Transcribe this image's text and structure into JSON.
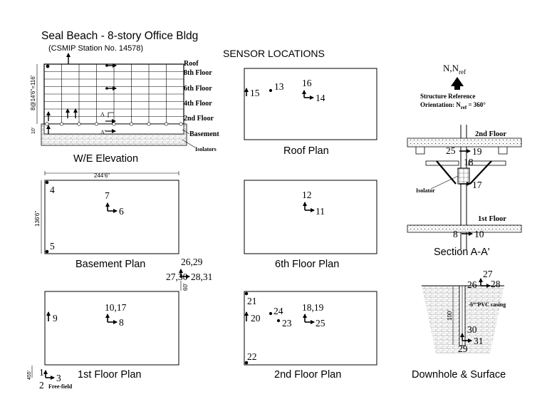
{
  "header": {
    "title": "Seal Beach - 8-story Office Bldg",
    "station": "(CSMIP Station No. 14578)",
    "sensor_locations": "SENSOR LOCATIONS"
  },
  "elevation": {
    "caption": "W/E Elevation",
    "floors": [
      "Roof",
      "8th Floor",
      "6th Floor",
      "4th Floor",
      "2nd Floor",
      "Basement"
    ],
    "isolators": "Isolators",
    "height_dim": "8@14'6\"=116'",
    "base_dim": "10'",
    "section_mark": "A"
  },
  "north": {
    "label": "N,N",
    "label_sub": "ref",
    "orient_1": "Structure Reference",
    "orient_2": "Orientation: N",
    "orient_sub": "ref",
    "orient_3": " = 360°"
  },
  "plans": {
    "roof": {
      "caption": "Roof Plan",
      "s13": "13",
      "s15": "15",
      "s16": "16",
      "s14": "14"
    },
    "basement": {
      "caption": "Basement Plan",
      "width_dim": "244'6\"",
      "depth_dim": "136'6\"",
      "s4": "4",
      "s5": "5",
      "s7": "7",
      "s6": "6"
    },
    "sixth": {
      "caption": "6th Floor Plan",
      "s12": "12",
      "s11": "11"
    },
    "first": {
      "caption": "1st Floor Plan",
      "s10_17": "10,17",
      "s8": "8",
      "s9": "9",
      "ff_top": "26,29",
      "ff_left": "27,30",
      "ff_right": "28,31",
      "dist": "60'"
    },
    "second": {
      "caption": "2nd Floor Plan",
      "s21": "21",
      "s24": "24",
      "s23": "23",
      "s20": "20",
      "s18_19": "18,19",
      "s25": "25",
      "s22": "22"
    }
  },
  "freefield": {
    "s1": "1",
    "s2": "2",
    "s3": "3",
    "label": "Free-field",
    "dist": "455'"
  },
  "section": {
    "caption": "Section A-A'",
    "floor2": "2nd Floor",
    "floor1": "1st Floor",
    "isolator": "Isolator",
    "s25": "25",
    "s19": "19",
    "s18": "18",
    "s17": "17",
    "s8": "8",
    "s10": "10"
  },
  "downhole": {
    "caption": "Downhole & Surface",
    "s27": "27",
    "s26": "26",
    "s28": "28",
    "s30": "30",
    "s29": "29",
    "s31": "31",
    "casing": "5\" PVC casing",
    "depth": "100'"
  }
}
